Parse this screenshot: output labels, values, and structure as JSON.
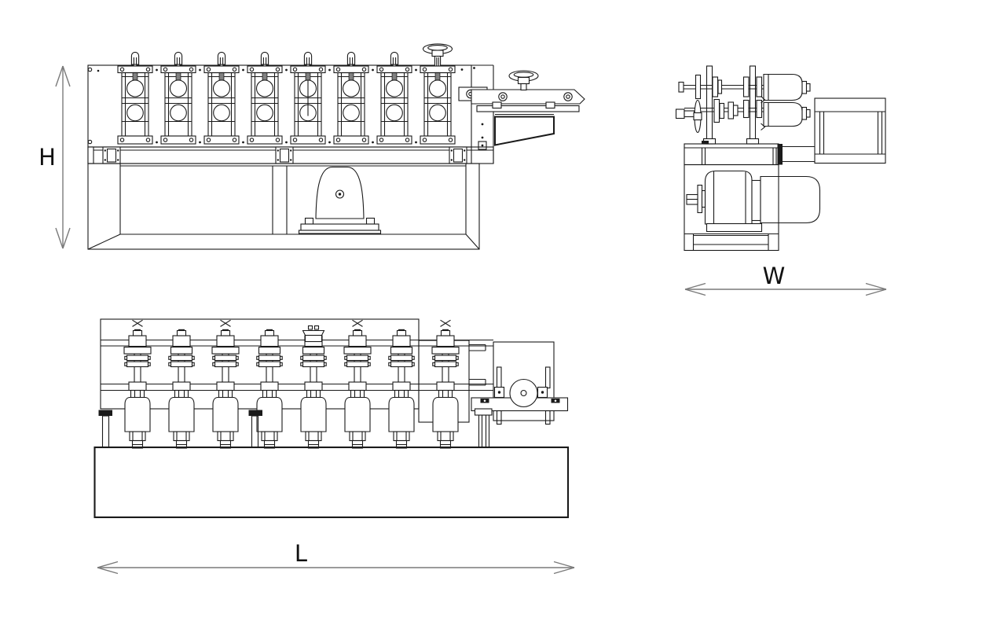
{
  "dimension_labels": {
    "height": {
      "label": "H"
    },
    "width": {
      "label": "W"
    },
    "length": {
      "label": "L"
    }
  },
  "front_view": {
    "roller_stand_count": 8,
    "roller_circles_per_stand": 2,
    "handwheel_stand_index": 8,
    "centerline_stand_index": 5
  },
  "plan_view": {
    "station_count": 8,
    "x_marked_stations": [
      1,
      3,
      6,
      8
    ],
    "clamp_station_index": 5
  },
  "side_view": {
    "roller_count": 2
  },
  "colors": {
    "line": "#1a1a1a",
    "dimension": "#7a7a7a",
    "background": "#ffffff"
  }
}
